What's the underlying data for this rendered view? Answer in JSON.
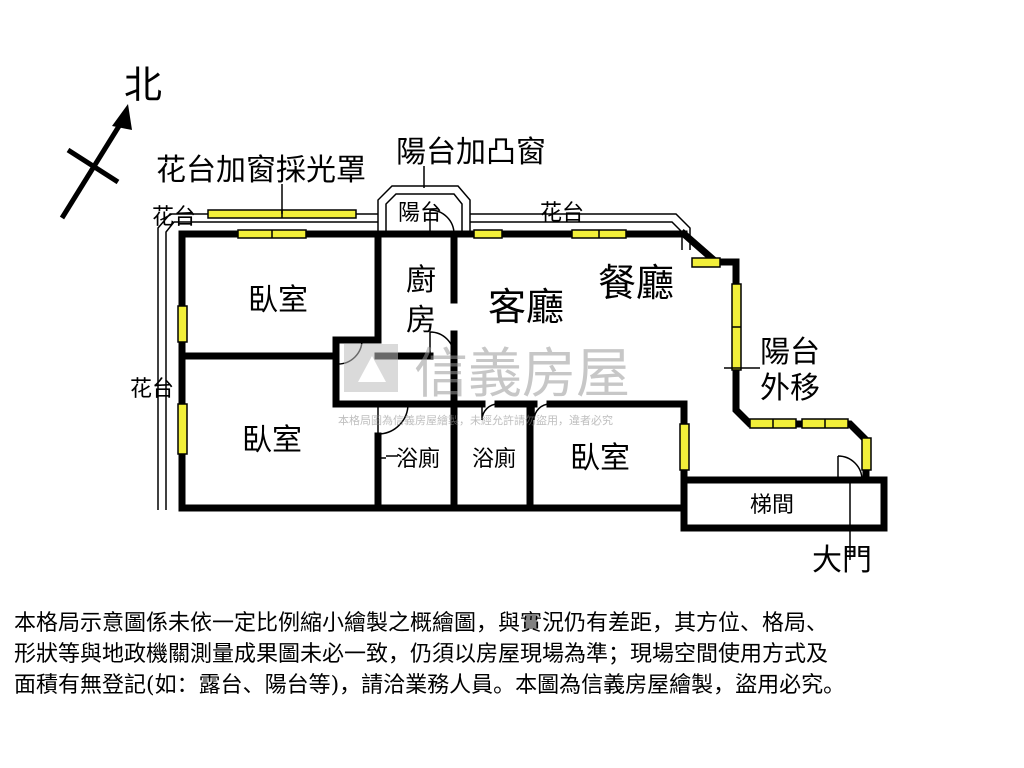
{
  "compass": {
    "north_label": "北"
  },
  "labels": {
    "flower_window_note": "花台加窗採光罩",
    "balcony_bay_note": "陽台加凸窗",
    "flower_bed_topleft": "花台",
    "balcony_top": "陽台",
    "flower_bed_top": "花台",
    "flower_bed_left": "花台",
    "bedroom_1": "臥室",
    "kitchen_line1": "廚",
    "kitchen_line2": "房",
    "living_room": "客廳",
    "dining_room": "餐廳",
    "balcony_moved_line1": "陽台",
    "balcony_moved_line2": "外移",
    "bedroom_2": "臥室",
    "bathroom_1": "浴廁",
    "bathroom_2": "浴廁",
    "bedroom_3": "臥室",
    "stairwell": "梯間",
    "main_door": "大門"
  },
  "watermark": {
    "brand": "信義房屋",
    "notice": "本格局圖為信義房屋繪製，未經允許請勿盜用，違者必究"
  },
  "disclaimer": [
    "本格局示意圖係未依一定比例縮小繪製之概繪圖，與實況仍有差距，其方位、格局、",
    "形狀等與地政機關測量成果圖未必一致，仍須以房屋現場為準；現場空間使用方式及",
    "面積有無登記(如：露台、陽台等)，請洽業務人員。本圖為信義房屋繪製，盜用必究。"
  ],
  "colors": {
    "wall": "#000000",
    "window": "#f2ef3a",
    "watermark": "#d8d8d8"
  }
}
